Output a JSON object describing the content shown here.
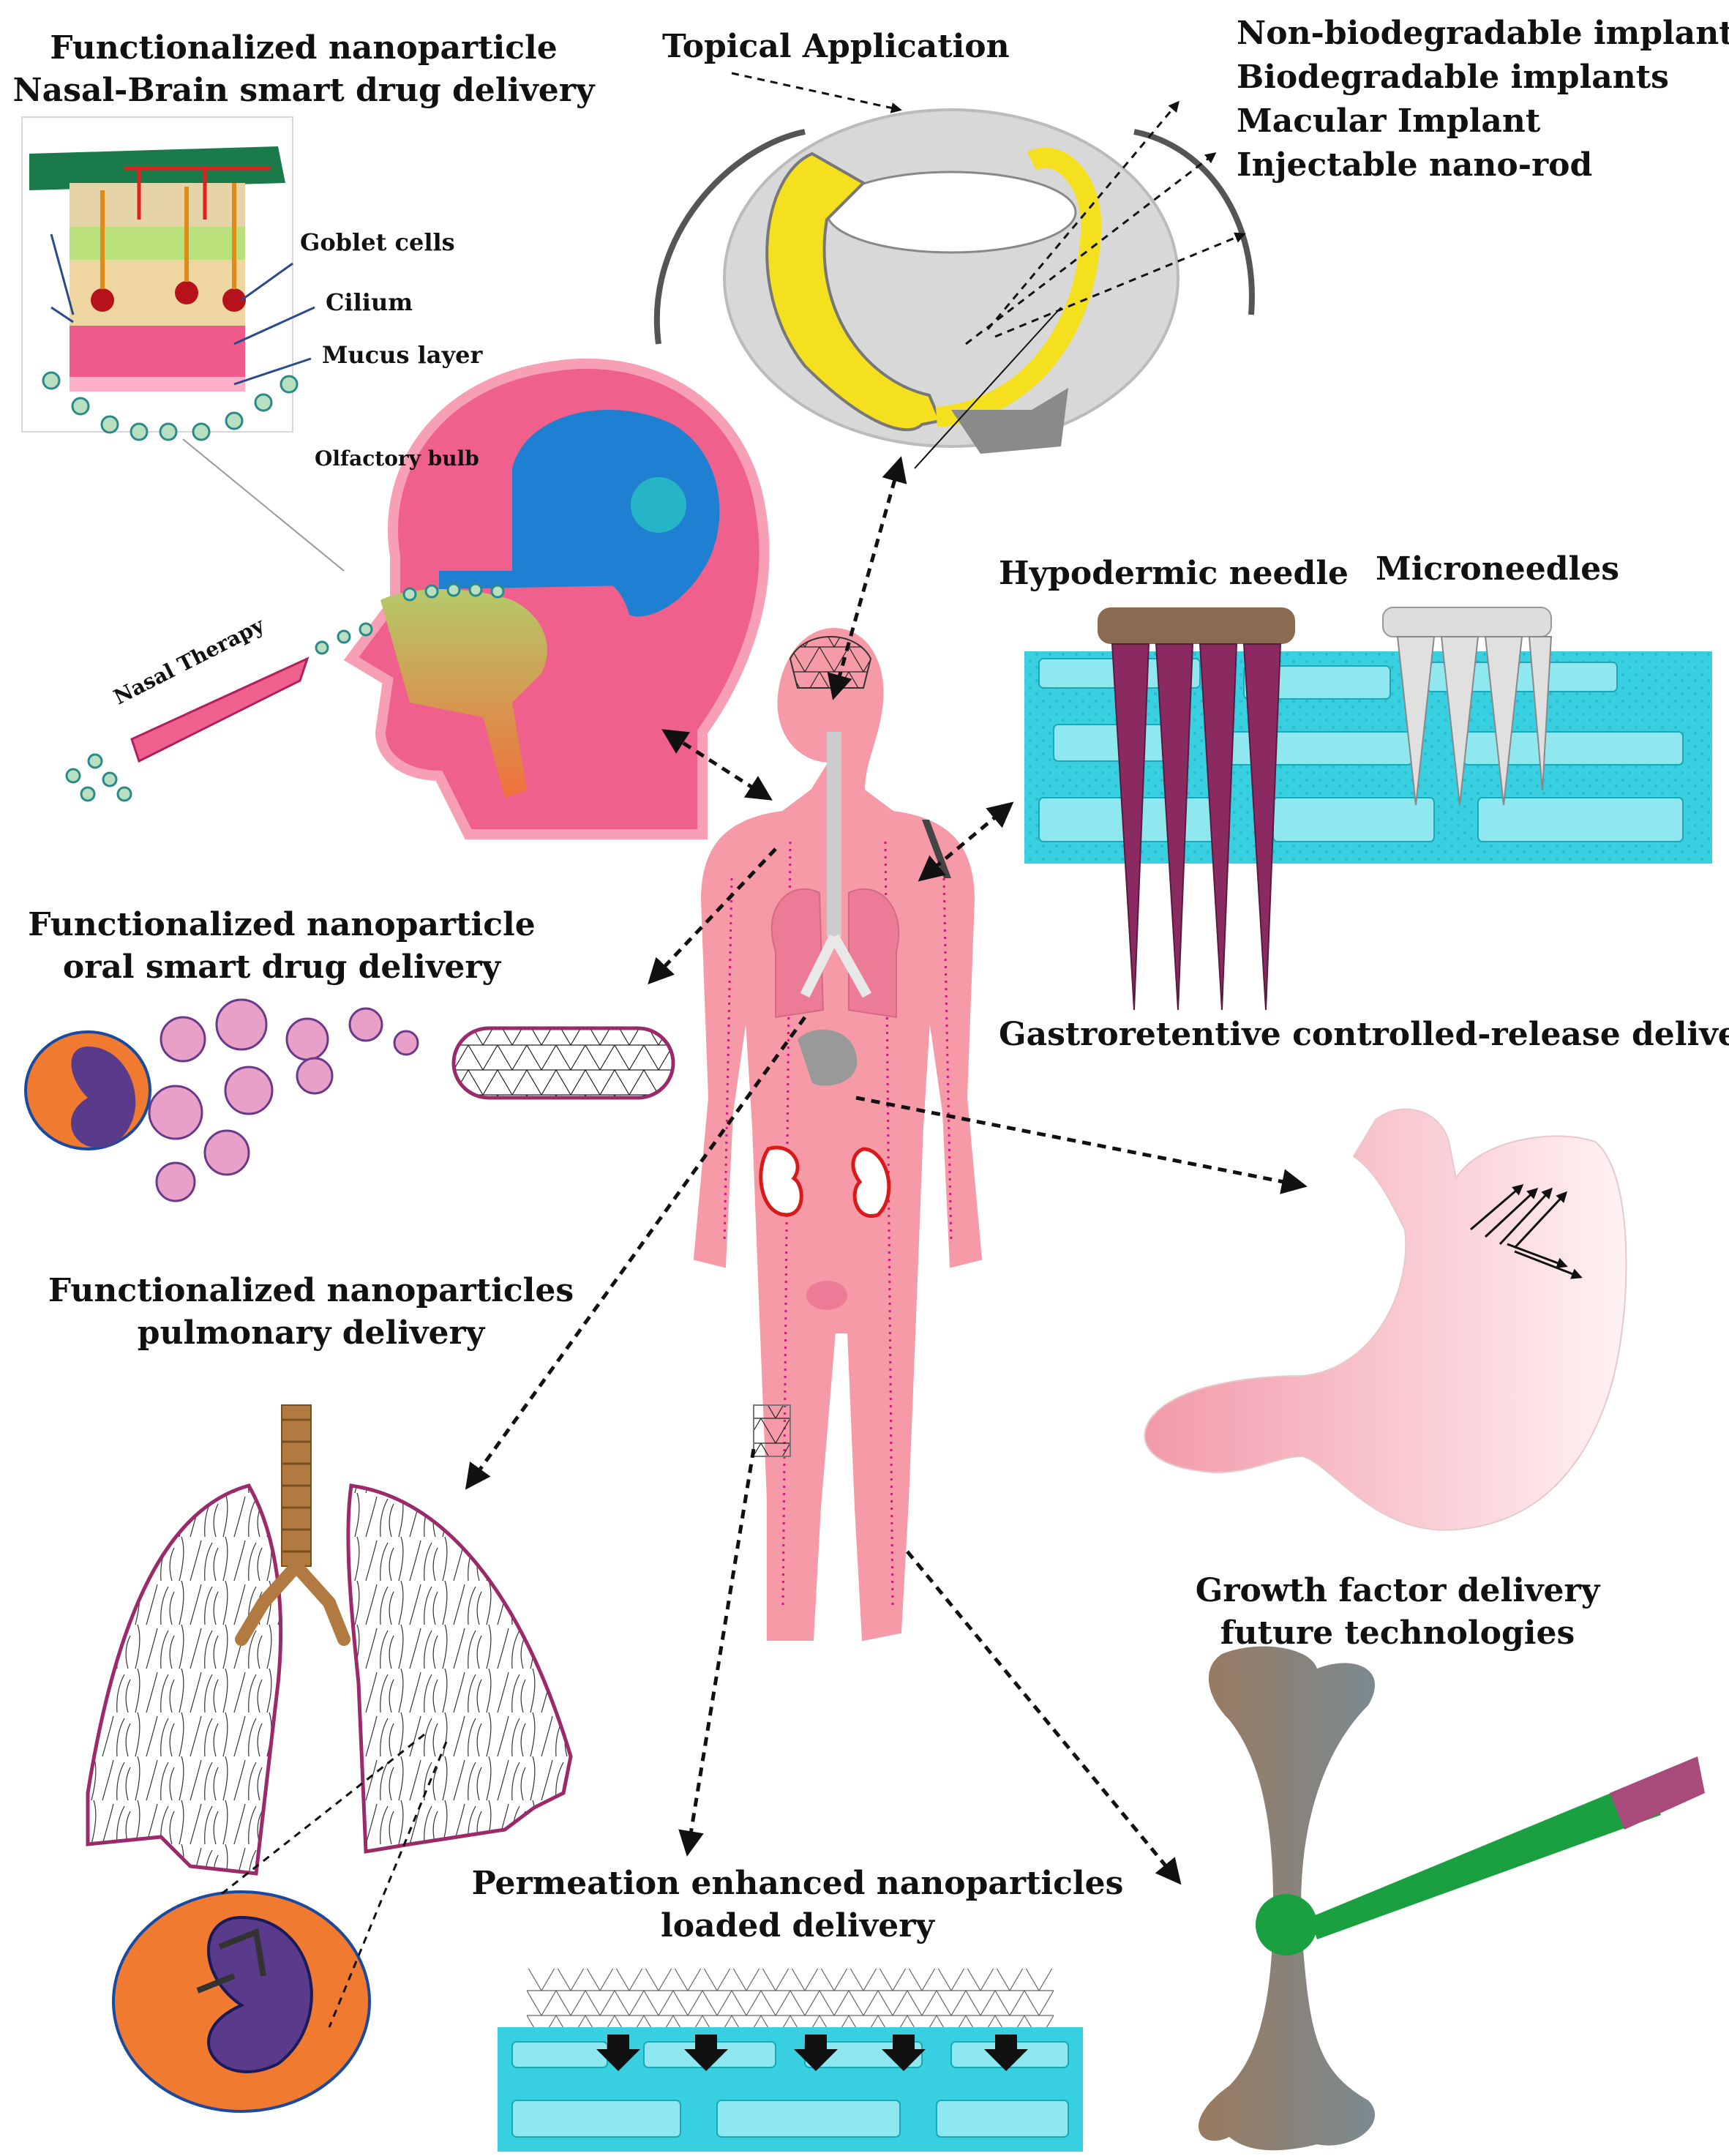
{
  "labels": {
    "nasal_title_1": "Functionalized nanoparticle",
    "nasal_title_2": "Nasal-Brain smart drug delivery",
    "goblet": "Goblet cells",
    "cilium": "Cilium",
    "mucus": "Mucus layer",
    "olfactory": "Olfactory bulb",
    "nasal_therapy": "Nasal Therapy",
    "topical": "Topical Application",
    "implant_1": "Non-biodegradable implants",
    "implant_2": "Biodegradable implants",
    "implant_3": "Macular Implant",
    "implant_4": "Injectable nano-rod",
    "hypodermic": "Hypodermic needle",
    "microneedles": "Microneedles",
    "oral_1": "Functionalized nanoparticle",
    "oral_2": "oral smart drug delivery",
    "gastro": "Gastroretentive controlled-release delivery",
    "pulm_1": "Functionalized nanoparticles",
    "pulm_2": "pulmonary delivery",
    "growth_1": "Growth factor delivery",
    "growth_2": "future technologies",
    "perm_1": "Permeation enhanced nanoparticles",
    "perm_2": "loaded delivery"
  },
  "colors": {
    "body_pink": "#f59aa6",
    "head_pink": "#f0608c",
    "brain_blue": "#1f7fd0",
    "eye_yellow": "#f5e020",
    "skin_cyan": "#38d0e0",
    "needle_purple": "#8a2a60",
    "bone_brown": "#8a7a6a",
    "stomach_pink": "#f4b0b8",
    "lung_outline": "#9a2a6a",
    "bone_green": "#1aa040"
  }
}
